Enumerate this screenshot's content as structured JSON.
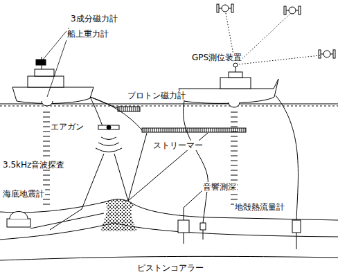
{
  "diagram": {
    "labels": [
      "3成分磁力計",
      "船上重力計",
      "GPS測位装置",
      "プロトン磁力計",
      "エアガン",
      "ストリーマー",
      "3.5kHz音波探査",
      "音響測深",
      "海底地震計",
      "地殻熱流量計",
      "ピストンコアラー"
    ]
  }
}
